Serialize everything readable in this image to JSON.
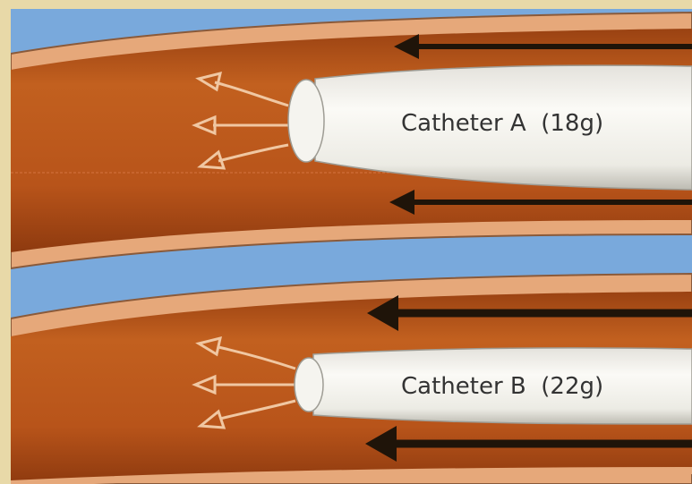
{
  "colors": {
    "frame": "#e8d9a8",
    "sky": "#79a9dc",
    "vessel_wall": "#e6a87a",
    "wall_edge": "#8a5a3a",
    "blood": "#b8541a",
    "blood_dark": "#8e3a0f",
    "catheter": "#f2f0ea",
    "catheter_shade": "#c9c7bf",
    "arrow": "#1f1409",
    "flow_arrow_outline": "#6b3a1a"
  },
  "catheters": [
    {
      "name": "catheter-a",
      "label": "Catheter A  (18g)"
    },
    {
      "name": "catheter-b",
      "label": "Catheter B  (22g)"
    }
  ],
  "icons": {
    "blood_flow": "arrow-left-icon",
    "infusion_flow": "outline-arrow-left-icon"
  }
}
